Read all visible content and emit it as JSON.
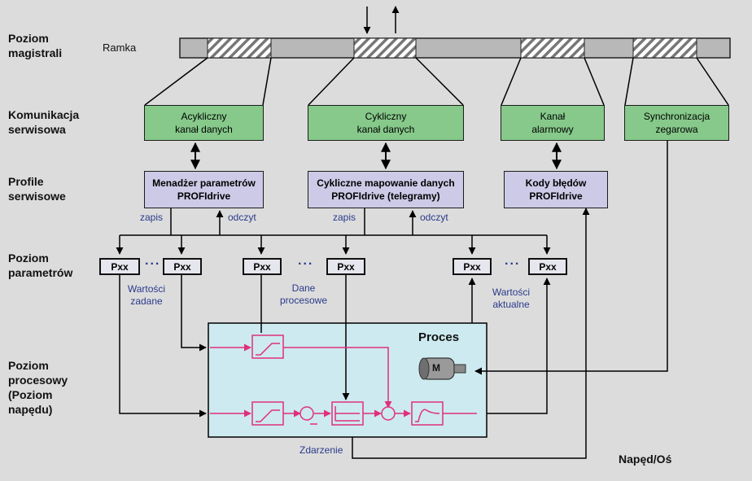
{
  "levels": {
    "bus": "Poziom\nmagistrali",
    "service_comm": "Komunikacja\nserwisowa",
    "profiles": "Profile\nserwisowe",
    "parameters": "Poziom\nparametrów",
    "process": "Poziom\nprocesowy\n(Poziom\nnapędu)"
  },
  "frame_label": "Ramka",
  "comm_boxes": {
    "acyclic": "Acykliczny\nkanał danych",
    "cyclic": "Cykliczny\nkanał danych",
    "alarm": "Kanał\nalarmowy",
    "clock": "Synchronizacja\nzegarowa"
  },
  "profile_boxes": {
    "param_manager": "Menadżer parametrów\nPROFIdrive",
    "cyclic_mapping": "Cykliczne mapowanie danych\nPROFIdrive (telegramy)",
    "error_codes": "Kody błędów\nPROFIdrive"
  },
  "rw": {
    "write1": "zapis",
    "read1": "odczyt",
    "write2": "zapis",
    "read2": "odczyt"
  },
  "pxx_label": "Pxx",
  "dots": "...",
  "annotations": {
    "setpoints": "Wartości\nzadane",
    "process_data": "Dane\nprocesowe",
    "actual_values": "Wartości\naktualne",
    "event": "Zdarzenie"
  },
  "process_title": "Proces",
  "motor_letter": "M",
  "drive_axis": "Napęd/Oś",
  "colors": {
    "green": "#86c98a",
    "lavender": "#cccae6",
    "process_bg": "#cdeaf0",
    "signal": "#e0307a",
    "frame_grey": "#b8b8b8"
  }
}
